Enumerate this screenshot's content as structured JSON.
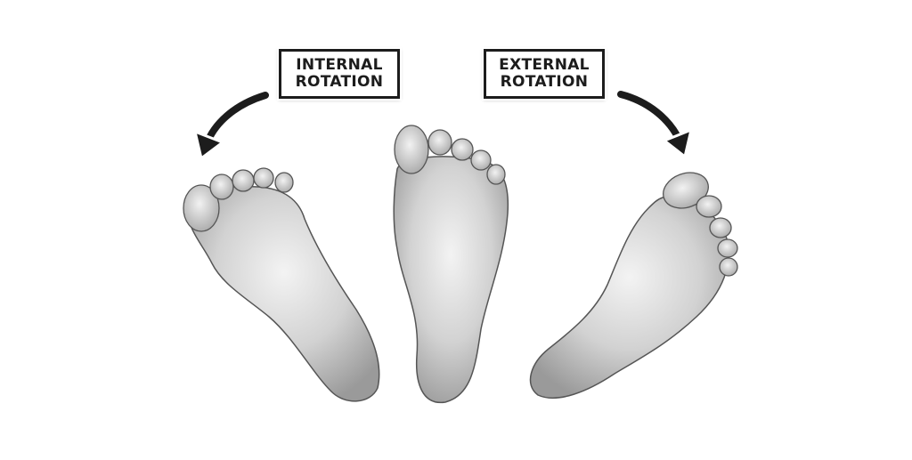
{
  "labels": {
    "internal": {
      "line1": "INTERNAL",
      "line2": "ROTATION"
    },
    "external": {
      "line1": "EXTERNAL",
      "line2": "ROTATION"
    }
  },
  "figures": [
    {
      "name": "left-foot",
      "orientation": "internally rotated (toes pointing inward/left)"
    },
    {
      "name": "center-foot",
      "orientation": "neutral"
    },
    {
      "name": "right-foot",
      "orientation": "externally rotated (toes pointing outward/right)"
    }
  ],
  "colors": {
    "ink": "#1c1c1c",
    "skin_light": "#efefef",
    "skin_mid": "#c9c9c9",
    "skin_dark": "#8a8a8a",
    "outline": "#555555"
  }
}
